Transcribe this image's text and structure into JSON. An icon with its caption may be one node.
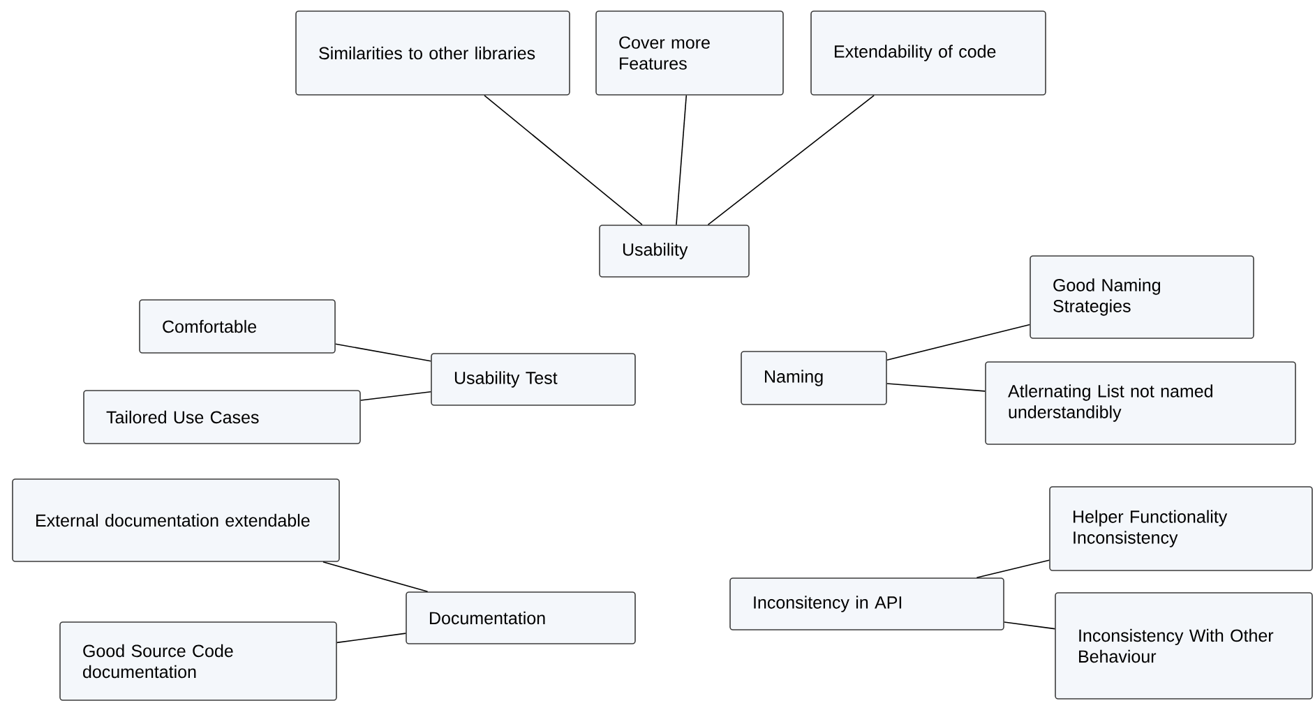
{
  "diagram": {
    "nodes": [
      {
        "text": [
          "Similarities to other libraries"
        ]
      },
      {
        "text": [
          "Cover more Features"
        ]
      },
      {
        "text": [
          "Extendability of code"
        ]
      },
      {
        "text": [
          "Usability"
        ]
      },
      {
        "text": [
          "Comfortable"
        ]
      },
      {
        "text": [
          "Usability Test"
        ]
      },
      {
        "text": [
          "Tailored Use Cases"
        ]
      },
      {
        "text": [
          "Naming"
        ]
      },
      {
        "text": [
          "Good Naming Strategies"
        ]
      },
      {
        "text": [
          "Atlernating List not named understandibly"
        ]
      },
      {
        "text": [
          "External documentation extendable"
        ]
      },
      {
        "text": [
          "Documentation"
        ]
      },
      {
        "text": [
          "Good Source Code documentation"
        ]
      },
      {
        "text": [
          "Inconsitency in API"
        ]
      },
      {
        "text": [
          "Helper Functionality Inconsistency"
        ]
      },
      {
        "text": [
          "Inconsistency With Other Behaviour"
        ]
      }
    ],
    "edges": [
      {
        "from": 3,
        "to": 0,
        "arrow": "none"
      },
      {
        "from": 3,
        "to": 1,
        "arrow": "none"
      },
      {
        "from": 3,
        "to": 2,
        "arrow": "none"
      },
      {
        "from": 5,
        "to": 4,
        "arrow": "none"
      },
      {
        "from": 5,
        "to": 6,
        "arrow": "none"
      },
      {
        "from": 7,
        "to": 8,
        "arrow": "none"
      },
      {
        "from": 7,
        "to": 9,
        "arrow": "none"
      },
      {
        "from": 11,
        "to": 10,
        "arrow": "none"
      },
      {
        "from": 11,
        "to": 12,
        "arrow": "none"
      },
      {
        "from": 13,
        "to": 14,
        "arrow": "none"
      },
      {
        "from": 13,
        "to": 15,
        "arrow": "none"
      }
    ]
  }
}
